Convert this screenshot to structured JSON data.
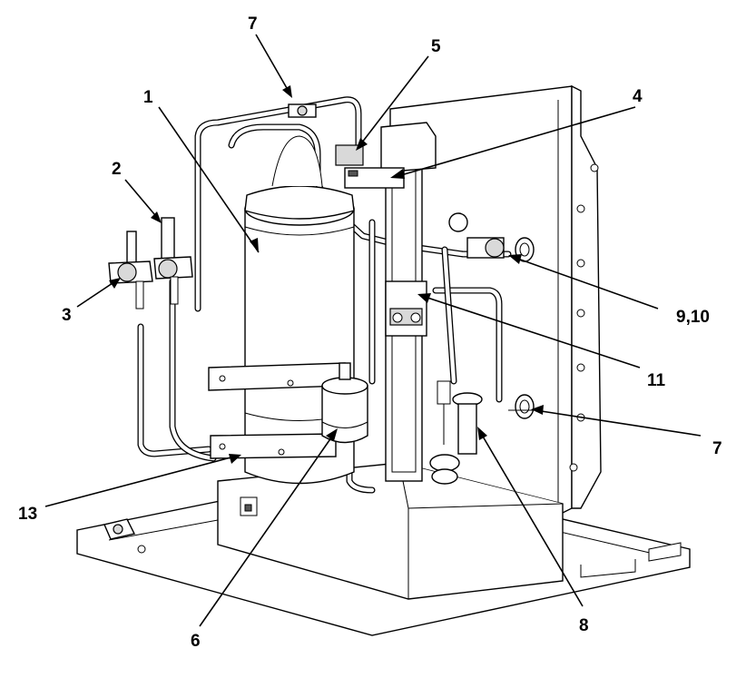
{
  "callouts": {
    "c1": "1",
    "c2": "2",
    "c3": "3",
    "c4": "4",
    "c5": "5",
    "c6": "6",
    "c7_top": "7",
    "c7_right": "7",
    "c8": "8",
    "c9_10": "9,10",
    "c11": "11",
    "c13": "13"
  },
  "colors": {
    "line": "#000000",
    "background": "#ffffff",
    "shade": "#d9d9d9"
  }
}
